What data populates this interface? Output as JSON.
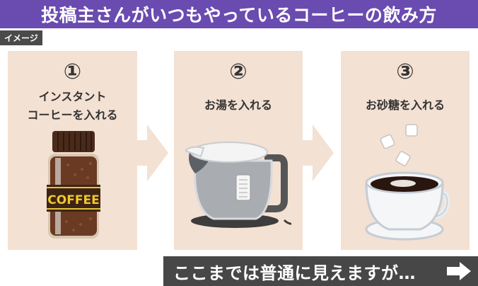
{
  "header": {
    "title": "投稿主さんがいつもやっているコーヒーの飲み方",
    "background": "#6a4bb0"
  },
  "image_tag": "イメージ",
  "steps": [
    {
      "number": "①",
      "label_line1": "インスタント",
      "label_line2": "コーヒーを入れる",
      "illustration": "instant-coffee-jar",
      "jar_label": "COFFEE"
    },
    {
      "number": "②",
      "label_line1": "お湯を入れる",
      "illustration": "electric-kettle"
    },
    {
      "number": "③",
      "label_line1": "お砂糖を入れる",
      "illustration": "coffee-cup-with-sugar-cubes"
    }
  ],
  "arrows": [
    "right-arrow-icon",
    "right-arrow-icon"
  ],
  "footer": {
    "text": "ここまでは普通に見えますが…",
    "icon": "right-arrow-icon"
  },
  "colors": {
    "card": "#f3e1d3",
    "banner": "#474747",
    "tag": "#4a4a4a"
  }
}
